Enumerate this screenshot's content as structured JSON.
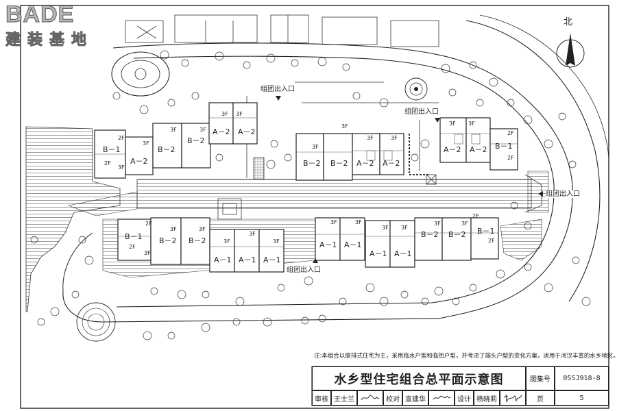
{
  "watermark": {
    "brand": "BADE",
    "subtitle": "建装基地"
  },
  "north_label": "北",
  "units": [
    {
      "label": "B－1"
    },
    {
      "label": "A－2"
    },
    {
      "label": "B－2"
    },
    {
      "label": "B－2"
    },
    {
      "label": "A－2"
    },
    {
      "label": "A－2"
    },
    {
      "label": "B－2"
    },
    {
      "label": "B－2"
    },
    {
      "label": "A－2"
    },
    {
      "label": "A－2"
    },
    {
      "label": "A－2"
    },
    {
      "label": "A－2"
    },
    {
      "label": "B－1"
    },
    {
      "label": "B－1"
    },
    {
      "label": "B－2"
    },
    {
      "label": "B－2"
    },
    {
      "label": "A－1"
    },
    {
      "label": "A－1"
    },
    {
      "label": "A－1"
    },
    {
      "label": "A－1"
    },
    {
      "label": "A－1"
    },
    {
      "label": "A－1"
    },
    {
      "label": "A－1"
    },
    {
      "label": "B－2"
    },
    {
      "label": "B－2"
    },
    {
      "label": "B－1"
    }
  ],
  "floor_label": "3F",
  "floor_label_2f": "2F",
  "entrance_label": "组团出入口",
  "note": "注:本组合以联排式住宅为主，采用临水户型和临街户型，并考虑了端头户型的变化方案，适用于河汊丰富的水乡地区。",
  "title_block": {
    "title": "水乡型住宅组合总平面示意图",
    "atlas_label": "图集号",
    "atlas_no": "05SJ918-8",
    "review_label": "审核",
    "review_name": "王士兰",
    "check_label": "校对",
    "check_name": "宣建华",
    "design_label": "设计",
    "design_name": "杨晓莉",
    "page_label": "页",
    "page_no": "5"
  }
}
